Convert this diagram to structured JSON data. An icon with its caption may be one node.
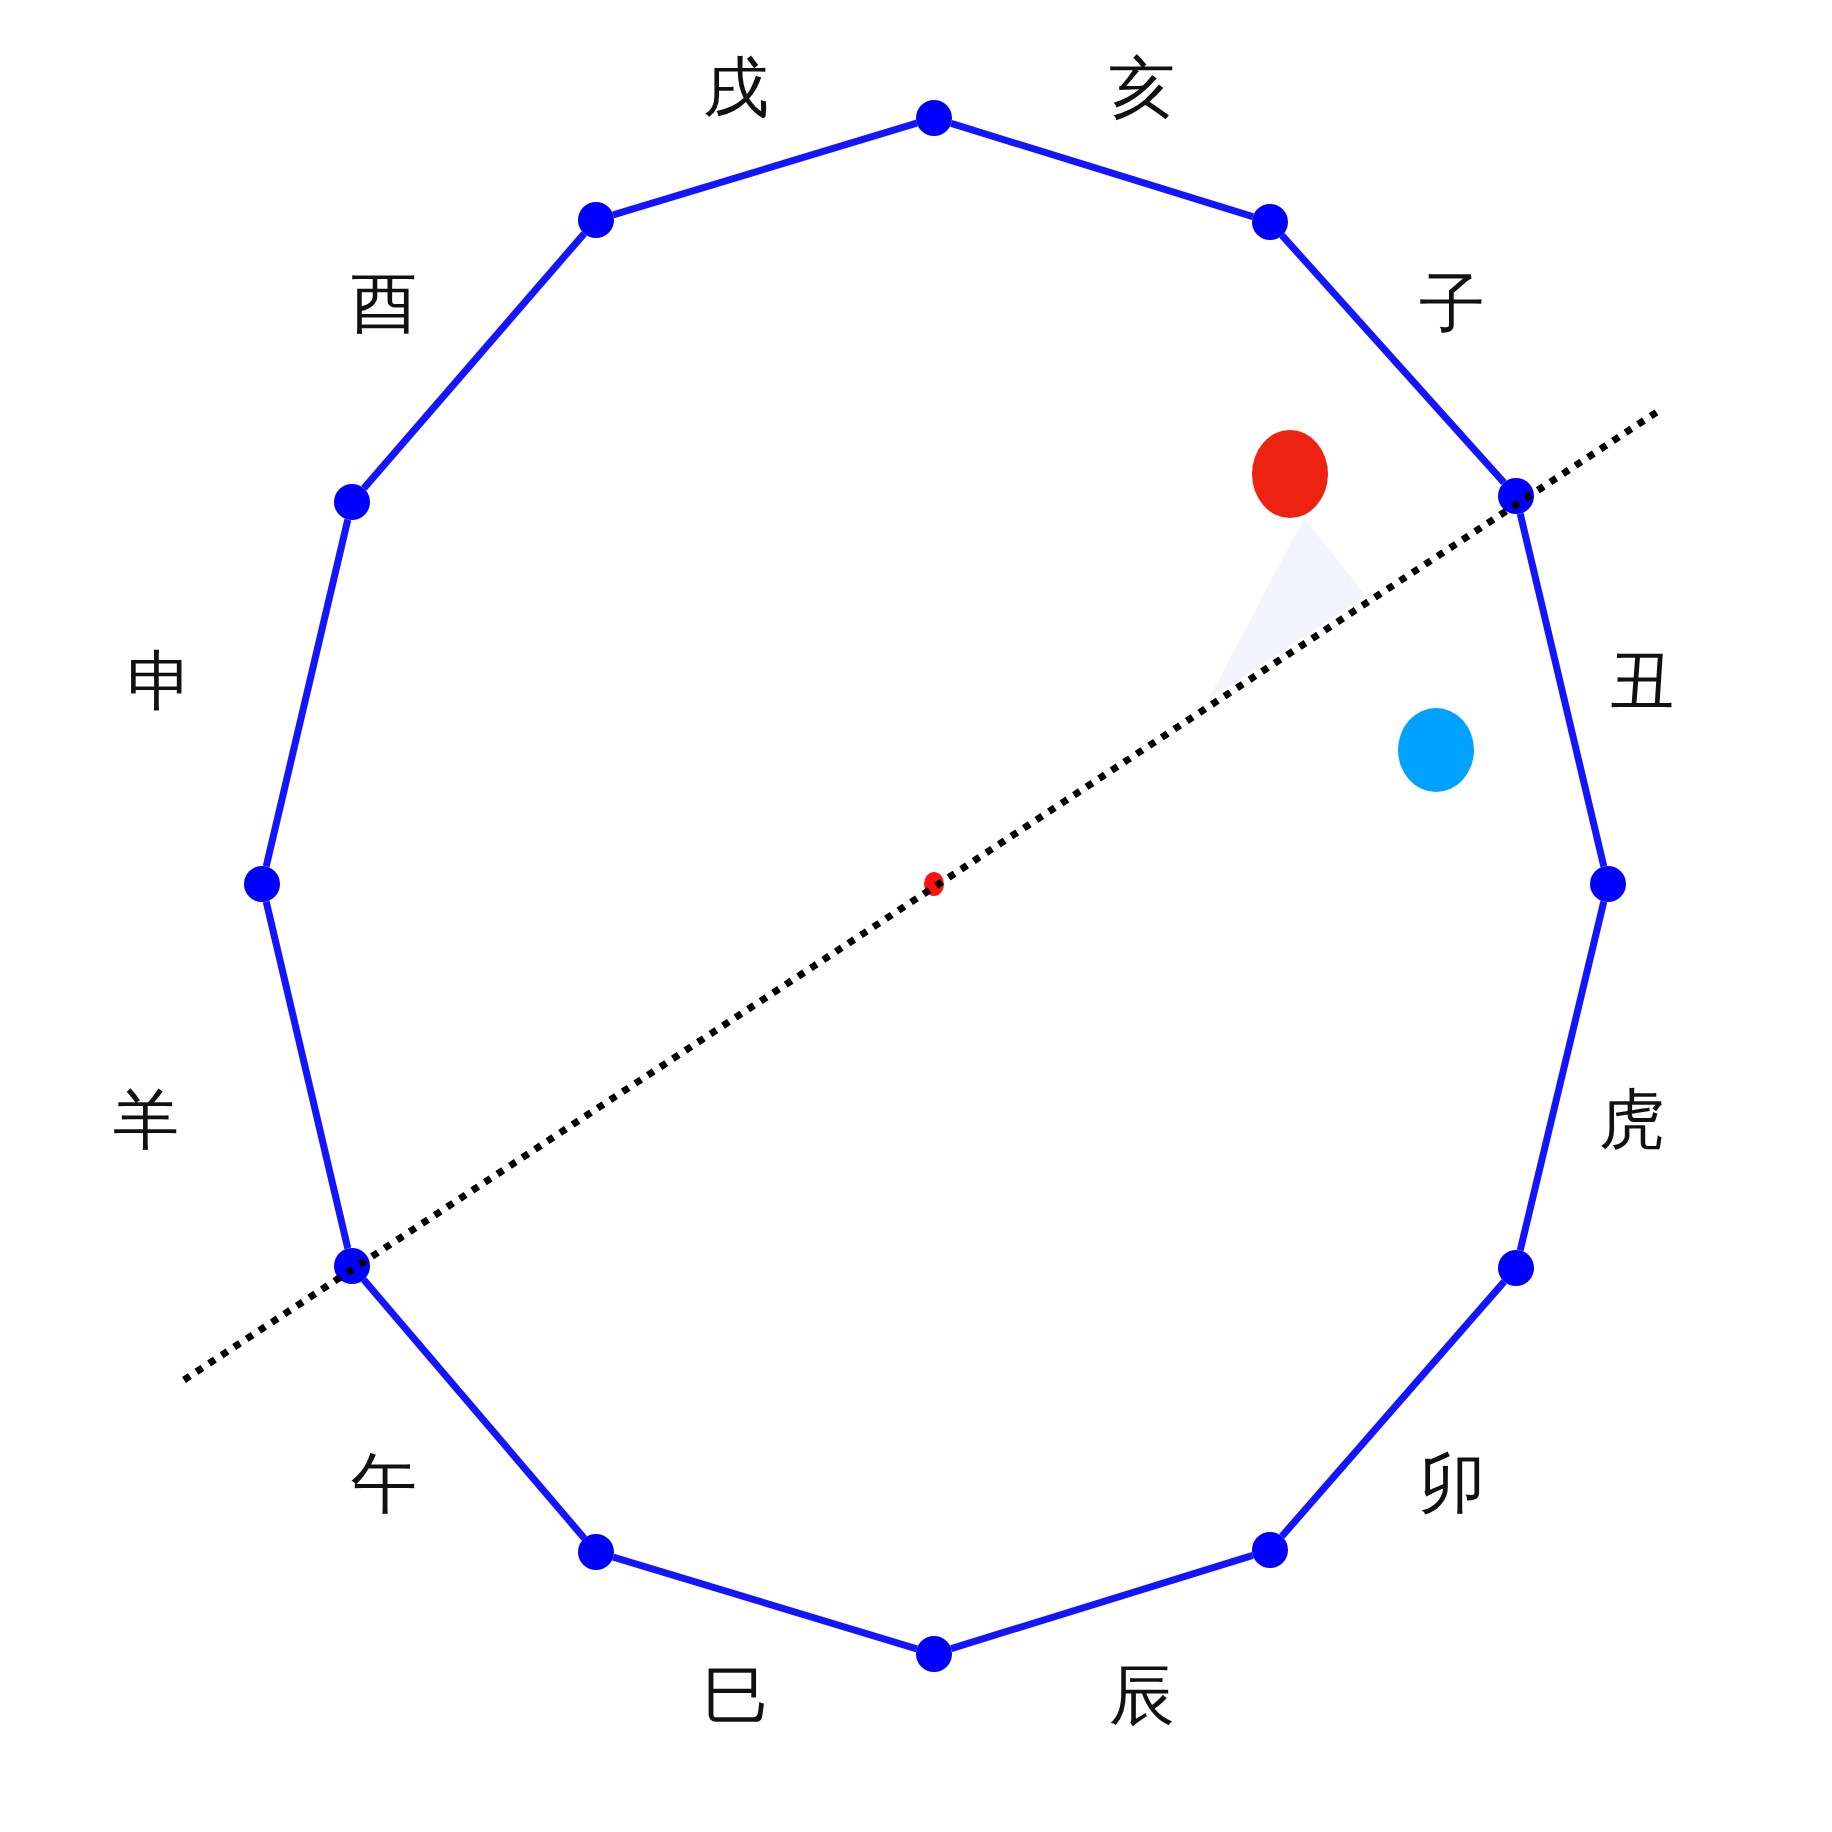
{
  "diagram": {
    "nodes": [
      {
        "text": [],
        "shape": "circle"
      },
      {
        "text": [],
        "shape": "circle"
      },
      {
        "text": [],
        "shape": "circle"
      },
      {
        "text": [],
        "shape": "circle"
      },
      {
        "text": [],
        "shape": "circle"
      },
      {
        "text": [],
        "shape": "circle"
      },
      {
        "text": [],
        "shape": "circle"
      },
      {
        "text": [],
        "shape": "circle"
      },
      {
        "text": [],
        "shape": "circle"
      },
      {
        "text": [],
        "shape": "circle"
      },
      {
        "text": [],
        "shape": "circle"
      },
      {
        "text": [],
        "shape": "circle"
      },
      {
        "text": [],
        "shape": "circle"
      },
      {
        "text": [],
        "shape": "triangle"
      },
      {
        "text": [],
        "shape": "circle"
      },
      {
        "text": [],
        "shape": "circle"
      }
    ],
    "edges": [
      {
        "from": 0,
        "to": 1,
        "arrow": "none"
      },
      {
        "from": 1,
        "to": 2,
        "arrow": "none"
      },
      {
        "from": 2,
        "to": 3,
        "arrow": "none"
      },
      {
        "from": 3,
        "to": 4,
        "arrow": "none"
      },
      {
        "from": 4,
        "to": 5,
        "arrow": "none"
      },
      {
        "from": 5,
        "to": 6,
        "arrow": "none"
      },
      {
        "from": 6,
        "to": 7,
        "arrow": "none"
      },
      {
        "from": 7,
        "to": 8,
        "arrow": "none"
      },
      {
        "from": 8,
        "to": 9,
        "arrow": "none"
      },
      {
        "from": 9,
        "to": 10,
        "arrow": "none"
      },
      {
        "from": 10,
        "to": 11,
        "arrow": "none"
      },
      {
        "from": 11,
        "to": 0,
        "arrow": "none"
      }
    ],
    "labels": [
      "戌",
      "亥",
      "酉",
      "子",
      "申",
      "丑",
      "羊",
      "虎",
      "午",
      "卯",
      "巳",
      "辰"
    ]
  }
}
